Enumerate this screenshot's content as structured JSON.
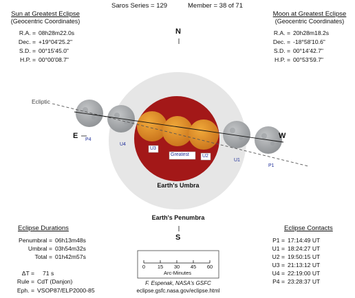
{
  "header": {
    "saros_label": "Saros Series = 129",
    "member_label": "Member = 38 of 71"
  },
  "sun": {
    "title": "Sun at Greatest Eclipse",
    "subtitle": "(Geocentric Coordinates)",
    "rows": [
      {
        "k": "R.A. =",
        "v": "08h28m22.0s"
      },
      {
        "k": "Dec. =",
        "v": "+19°04'25.2\""
      },
      {
        "k": "S.D. =",
        "v": "00°15'45.0\""
      },
      {
        "k": "H.P. =",
        "v": "00°00'08.7\""
      }
    ]
  },
  "moon": {
    "title": "Moon at Greatest Eclipse",
    "subtitle": "(Geocentric Coordinates)",
    "rows": [
      {
        "k": "R.A. =",
        "v": "20h28m18.2s"
      },
      {
        "k": "Dec. =",
        "v": "-18°58'10.6\""
      },
      {
        "k": "S.D. =",
        "v": "00°14'42.7\""
      },
      {
        "k": "H.P. =",
        "v": "00°53'59.7\""
      }
    ]
  },
  "diagram": {
    "north": "N",
    "south": "S",
    "east": "E",
    "west": "W",
    "ecliptic": "Ecliptic",
    "umbra_label": "Earth's Umbra",
    "penumbra_label": "Earth's Penumbra",
    "contact_labels": {
      "p4": "P4",
      "u4": "U4",
      "u3": "U3",
      "greatest": "Greatest",
      "u2": "U2",
      "u1": "U1",
      "p1": "P1"
    },
    "colors": {
      "penumbra": "#e6e6e6",
      "umbra": "#a31818",
      "moon_eclipsed": "#e0962a",
      "moon_plain": "#a9acaf",
      "label_blue": "#1f2f9a"
    }
  },
  "durations": {
    "title": "Eclipse Durations",
    "rows": [
      {
        "k": "Penumbral =",
        "v": "06h13m48s"
      },
      {
        "k": "Umbral =",
        "v": "03h54m32s"
      },
      {
        "k": "Total =",
        "v": "01h42m57s"
      }
    ],
    "delta_t": {
      "k": "ΔT =",
      "v": "71 s"
    },
    "rule": {
      "k": "Rule =",
      "v": "CdT (Danjon)"
    },
    "eph": {
      "k": "Eph. =",
      "v": "VSOP87/ELP2000-85"
    }
  },
  "scale": {
    "ticks": [
      "0",
      "15",
      "30",
      "45",
      "60"
    ],
    "unit": "Arc-Minutes"
  },
  "credit": {
    "author": "F. Espenak, NASA's GSFC",
    "url": "eclipse.gsfc.nasa.gov/eclipse.html"
  },
  "contacts": {
    "title": "Eclipse Contacts",
    "rows": [
      {
        "k": "P1 =",
        "v": "17:14:49 UT"
      },
      {
        "k": "U1 =",
        "v": "18:24:27 UT"
      },
      {
        "k": "U2 =",
        "v": "19:50:15 UT"
      },
      {
        "k": "U3 =",
        "v": "21:13:12 UT"
      },
      {
        "k": "U4 =",
        "v": "22:19:00 UT"
      },
      {
        "k": "P4 =",
        "v": "23:28:37 UT"
      }
    ]
  }
}
